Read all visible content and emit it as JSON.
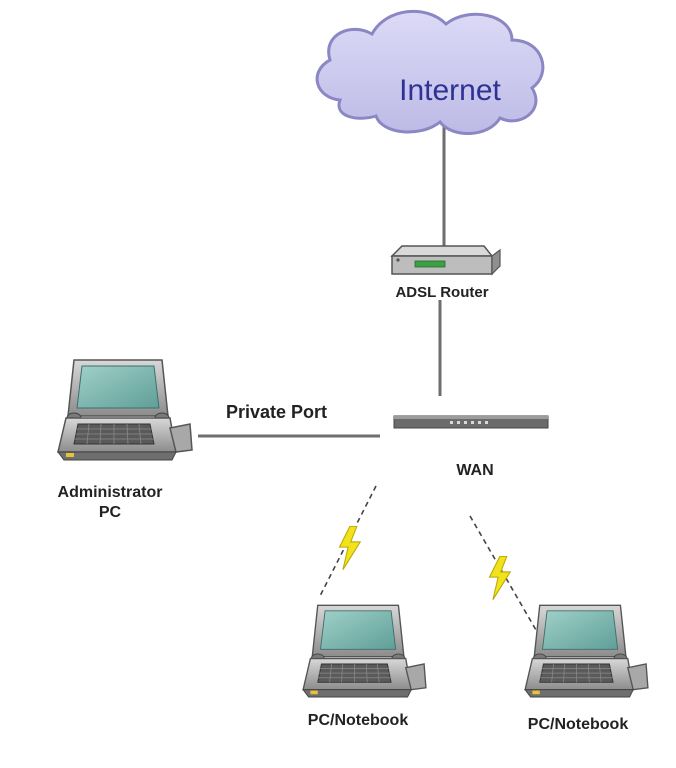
{
  "internet": {
    "label": "Internet"
  },
  "router": {
    "label": "ADSL Router"
  },
  "switch": {
    "label": "WAN"
  },
  "link": {
    "label": "Private Port"
  },
  "admin_pc": {
    "label_line1": "Administrator",
    "label_line2": "PC"
  },
  "clients": [
    {
      "label": "PC/Notebook"
    },
    {
      "label": "PC/Notebook"
    }
  ],
  "colors": {
    "cloud_fill": "#cfcdee",
    "cloud_stroke": "#8a87c4",
    "cloud_text": "#2f3194",
    "cable": "#6e6e6e",
    "wireless_bolt": "#f2e21a",
    "device_gray": "#9a9a9a",
    "screen": "#7fb6b0"
  },
  "icons": [
    "cloud-icon",
    "router-icon",
    "switch-icon",
    "laptop-icon",
    "lightning-icon"
  ]
}
